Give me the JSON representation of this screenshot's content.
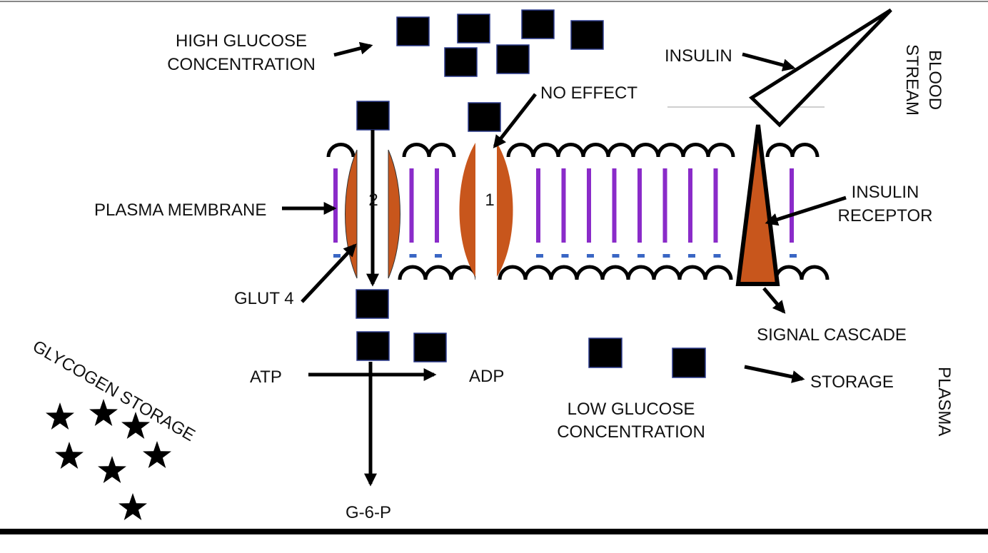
{
  "labels": {
    "high_glucose_line1": "HIGH GLUCOSE",
    "high_glucose_line2": "CONCENTRATION",
    "insulin": "INSULIN",
    "blood_stream_line1": "BLOOD",
    "blood_stream_line2": "STREAM",
    "no_effect": "NO EFFECT",
    "plasma_membrane": "PLASMA MEMBRANE",
    "channel_2": "2",
    "channel_1": "1",
    "insulin_receptor_line1": "INSULIN",
    "insulin_receptor_line2": "RECEPTOR",
    "glut4": "GLUT 4",
    "signal_cascade": "SIGNAL CASCADE",
    "glycogen_storage": "GLYCOGEN STORAGE",
    "atp": "ATP",
    "adp": "ADP",
    "storage": "STORAGE",
    "low_glucose_line1": "LOW GLUCOSE",
    "low_glucose_line2": "CONCENTRATION",
    "plasma": "PLASMA",
    "g6p": "G-6-P"
  },
  "colors": {
    "glucose": "#000000",
    "glucose_border": "#2b3a8c",
    "transporter": "#c8561c",
    "lipid_tail": "#8a2bc9",
    "lipid_head": "#3a66c4",
    "ink": "#000000"
  }
}
